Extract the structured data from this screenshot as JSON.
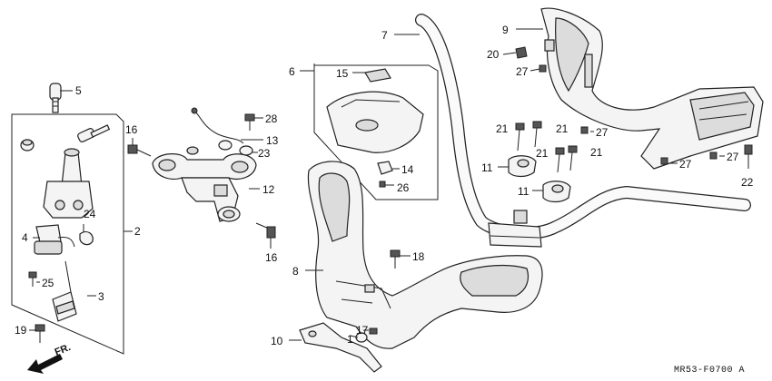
{
  "diagram_code": "MR53-F0700 A",
  "direction_label": "FR.",
  "callouts": [
    {
      "id": "c1",
      "text": "1"
    },
    {
      "id": "c2",
      "text": "2"
    },
    {
      "id": "c3",
      "text": "3"
    },
    {
      "id": "c4",
      "text": "4"
    },
    {
      "id": "c5",
      "text": "5"
    },
    {
      "id": "c6",
      "text": "6"
    },
    {
      "id": "c7",
      "text": "7"
    },
    {
      "id": "c8",
      "text": "8"
    },
    {
      "id": "c9",
      "text": "9"
    },
    {
      "id": "c10",
      "text": "10"
    },
    {
      "id": "c11a",
      "text": "11"
    },
    {
      "id": "c11b",
      "text": "11"
    },
    {
      "id": "c12",
      "text": "12"
    },
    {
      "id": "c13",
      "text": "13"
    },
    {
      "id": "c14",
      "text": "14"
    },
    {
      "id": "c15",
      "text": "15"
    },
    {
      "id": "c16a",
      "text": "16"
    },
    {
      "id": "c16b",
      "text": "16"
    },
    {
      "id": "c17",
      "text": "17"
    },
    {
      "id": "c18",
      "text": "18"
    },
    {
      "id": "c19",
      "text": "19"
    },
    {
      "id": "c20",
      "text": "20"
    },
    {
      "id": "c21a",
      "text": "21"
    },
    {
      "id": "c21b",
      "text": "21"
    },
    {
      "id": "c21c",
      "text": "21"
    },
    {
      "id": "c21d",
      "text": "21"
    },
    {
      "id": "c22",
      "text": "22"
    },
    {
      "id": "c23",
      "text": "23"
    },
    {
      "id": "c24",
      "text": "24"
    },
    {
      "id": "c25",
      "text": "25"
    },
    {
      "id": "c26",
      "text": "26"
    },
    {
      "id": "c27a",
      "text": "27"
    },
    {
      "id": "c27b",
      "text": "27"
    },
    {
      "id": "c27c",
      "text": "27"
    },
    {
      "id": "c27d",
      "text": "27"
    },
    {
      "id": "c28",
      "text": "28"
    }
  ]
}
